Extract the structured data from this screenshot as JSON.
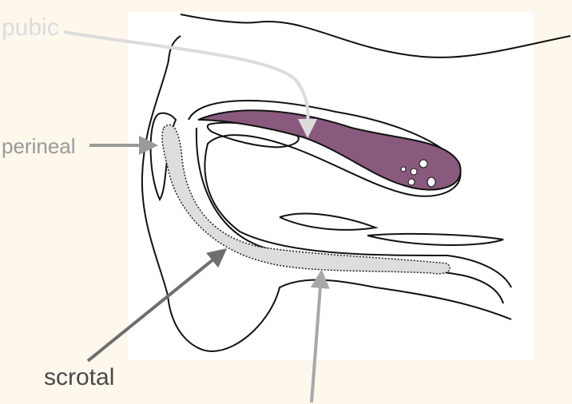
{
  "labels": {
    "pubic": "pubic",
    "perineal": "perineal",
    "scrotal": "scrotal"
  },
  "colors": {
    "background": "#fdf7ec",
    "bulb_fill": "#8a5a7e",
    "pubic_arrow": "#dcdcdc",
    "perineal_arrow": "#9a9a9a",
    "scrotal_arrow": "#6e6e6e",
    "bottom_arrow": "#a8a8a8"
  }
}
